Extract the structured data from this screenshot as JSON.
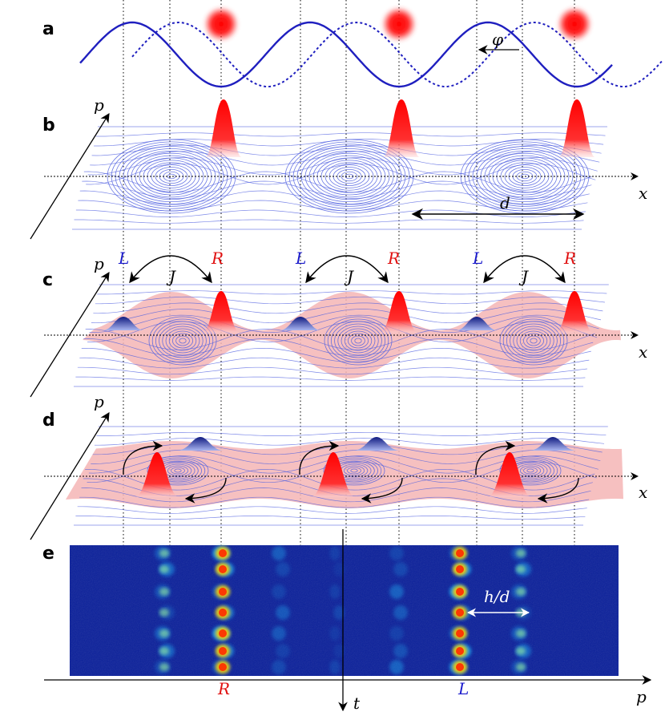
{
  "panels": {
    "a": "a",
    "b": "b",
    "c": "c",
    "d": "d",
    "e": "e"
  },
  "labels": {
    "phi": "φ",
    "p": "p",
    "x": "x",
    "d": "d",
    "L": "L",
    "R": "R",
    "J": "J",
    "h_over_d": "h/d",
    "t": "t"
  },
  "colors": {
    "wave": "#1f1fbf",
    "contour": "#5060e0",
    "peak_red": "#ff1a1a",
    "peak_blue": "#1a2aa0",
    "pink_sheet": "#f5b5b5",
    "heatmap_bg": "#0a1f9a"
  },
  "icons": {
    "axis": "arrow-icon",
    "tunneling": "curved-double-arrow-icon",
    "rotation": "circular-arrow-icon"
  }
}
